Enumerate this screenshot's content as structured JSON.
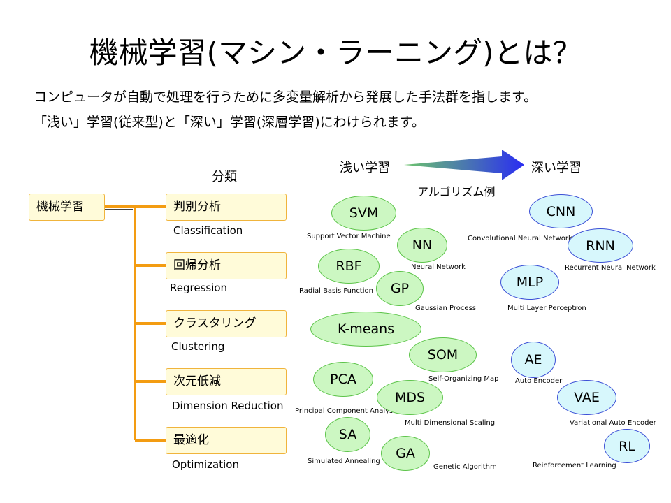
{
  "slide": {
    "title": "機械学習(マシン・ラーニング)とは？",
    "intro_lines": [
      "コンピュータが自動で処理を行うために多変量解析から発展した手法群を指します。",
      "「浅い」学習(従来型)と「深い」学習(深層学習)にわけられます。"
    ],
    "classification_header": "分類",
    "root_label": "機械学習",
    "categories": [
      {
        "label": "判別分析",
        "en": "Classification"
      },
      {
        "label": "回帰分析",
        "en": "Regression"
      },
      {
        "label": "クラスタリング",
        "en": "Clustering"
      },
      {
        "label": "次元低減",
        "en": "Dimension Reduction"
      },
      {
        "label": "最適化",
        "en": "Optimization"
      }
    ],
    "shallow_label": "浅い学習",
    "deep_label": "深い学習",
    "algorithm_examples_label": "アルゴリズム例",
    "shallow_algorithms": [
      {
        "abbr": "SVM",
        "full": "Support Vector Machine"
      },
      {
        "abbr": "NN",
        "full": "Neural Network"
      },
      {
        "abbr": "RBF",
        "full": "Radial Basis Function"
      },
      {
        "abbr": "GP",
        "full": "Gaussian Process"
      },
      {
        "abbr": "K-means",
        "full": ""
      },
      {
        "abbr": "SOM",
        "full": "Self-Organizing Map"
      },
      {
        "abbr": "PCA",
        "full": "Principal Component Analysis"
      },
      {
        "abbr": "MDS",
        "full": "Multi Dimensional Scaling"
      },
      {
        "abbr": "SA",
        "full": "Simulated Annealing"
      },
      {
        "abbr": "GA",
        "full": "Genetic Algorithm"
      }
    ],
    "deep_algorithms": [
      {
        "abbr": "CNN",
        "full": "Convolutional Neural Network"
      },
      {
        "abbr": "RNN",
        "full": "Recurrent Neural Network"
      },
      {
        "abbr": "MLP",
        "full": "Multi Layer Perceptron"
      },
      {
        "abbr": "AE",
        "full": "Auto Encoder"
      },
      {
        "abbr": "VAE",
        "full": "Variational Auto Encoder"
      },
      {
        "abbr": "RL",
        "full": "Reinforcement Learning"
      }
    ],
    "colors": {
      "box_fill": "#fffbd9",
      "box_border": "#f0b43c",
      "connector": "#f39c12",
      "shallow_fill": "#ccf7c2",
      "shallow_border": "#5dc44a",
      "deep_fill": "#d7f7fc",
      "deep_border": "#3b4fd6",
      "arrow_start": "#6cc56b",
      "arrow_end": "#2a2df2"
    }
  }
}
